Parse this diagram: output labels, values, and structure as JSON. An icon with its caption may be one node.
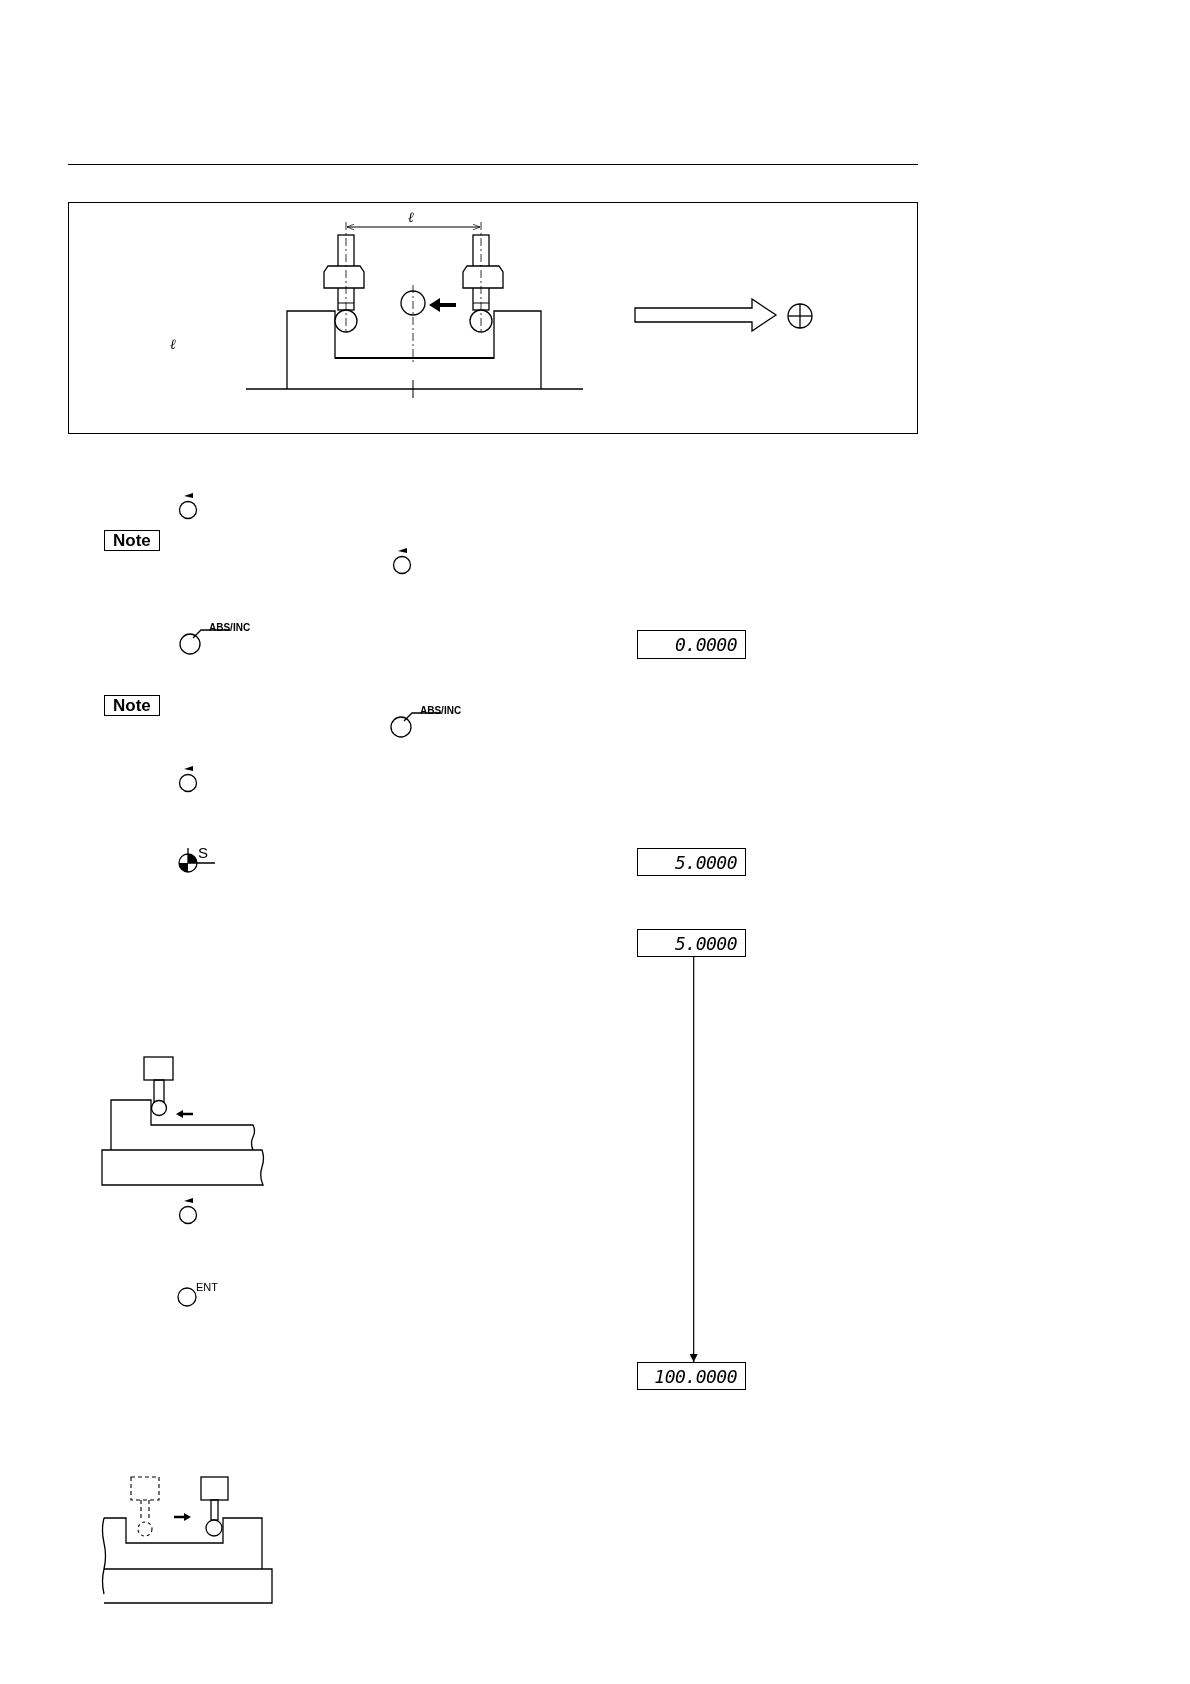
{
  "diagram": {
    "nodes": [
      {
        "text": [
          "0.0000"
        ]
      },
      {
        "text": [
          "5.0000"
        ]
      },
      {
        "text": [
          "5.0000"
        ]
      },
      {
        "text": [
          "100.0000"
        ]
      }
    ],
    "edges": [
      {
        "from": 2,
        "to": 3,
        "arrow": "to"
      }
    ],
    "labels": [
      "ℓ",
      "ℓ",
      "Note",
      "ABS/INC",
      "Note",
      "ABS/INC",
      "S",
      "ENT"
    ]
  }
}
